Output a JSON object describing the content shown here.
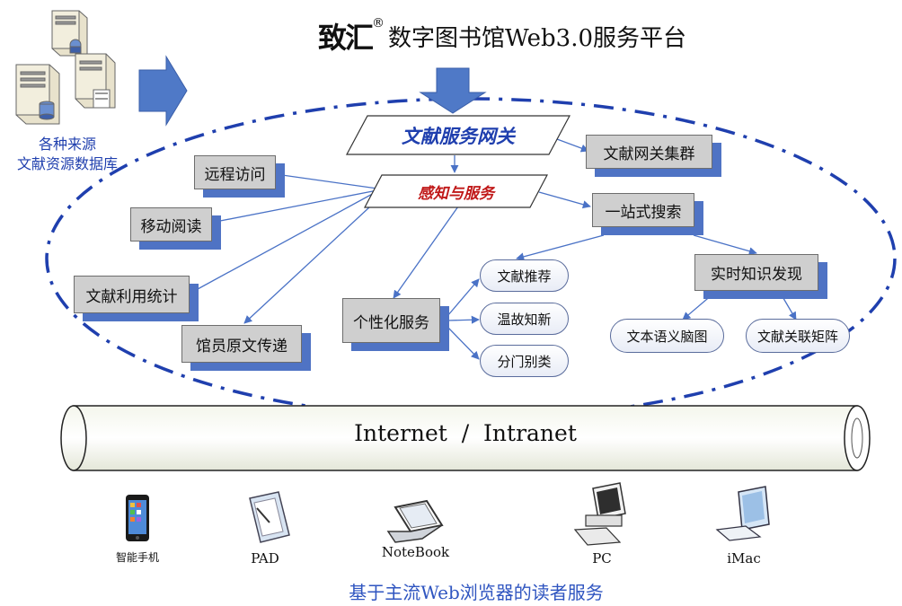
{
  "header": {
    "brand": "致汇",
    "registered": "®",
    "title": "数字图书馆Web3.0服务平台"
  },
  "sources": {
    "line1": "各种来源",
    "line2": "文献资源数据库"
  },
  "gateway": "文献服务网关",
  "perception": "感知与服务",
  "left_services": [
    "远程访问",
    "移动阅读",
    "文献利用统计",
    "馆员原文传递"
  ],
  "cluster": "文献网关集群",
  "one_stop": "一站式搜索",
  "personal": {
    "label": "个性化服务",
    "items": [
      "文献推荐",
      "温故知新",
      "分门别类"
    ]
  },
  "realtime": {
    "label": "实时知识发现",
    "items": [
      "文本语义脑图",
      "文献关联矩阵"
    ]
  },
  "network": "Internet  /  Intranet",
  "devices": [
    "智能手机",
    "PAD",
    "NoteBook",
    "PC",
    "iMac"
  ],
  "footer": "基于主流Web浏览器的读者服务",
  "colors": {
    "accent_blue": "#1f3fae",
    "arrow_blue": "#4f79c7",
    "footer_blue": "#2f55c0",
    "perception_red": "#c01818",
    "box_grey": "#cfcfcf"
  }
}
